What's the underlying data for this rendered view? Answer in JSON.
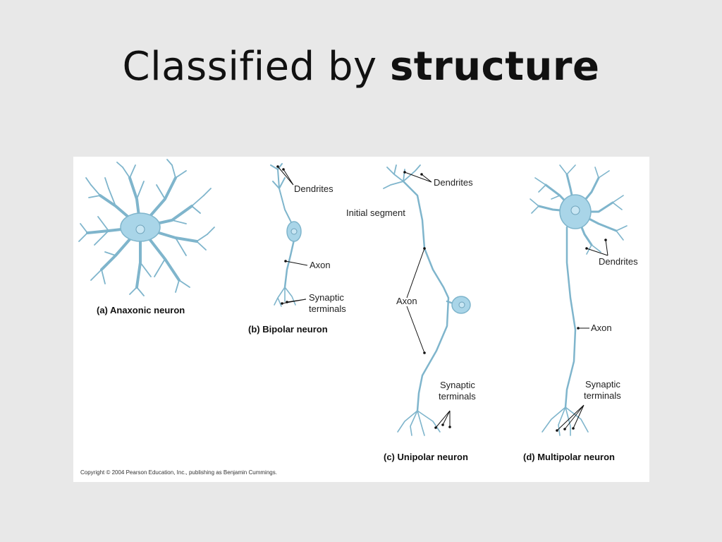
{
  "slide": {
    "title_prefix": "Classified by ",
    "title_emphasis": "structure"
  },
  "figure": {
    "copyright": "Copyright © 2004 Pearson Education, Inc., publishing as Benjamin Cummings.",
    "panels": {
      "anaxonic": {
        "caption": "(a) Anaxonic neuron"
      },
      "bipolar": {
        "caption": "(b) Bipolar neuron",
        "labels": {
          "dendrites": "Dendrites",
          "axon": "Axon",
          "synaptic_1": "Synaptic",
          "synaptic_2": "terminals"
        }
      },
      "unipolar": {
        "caption": "(c) Unipolar neuron",
        "labels": {
          "dendrites": "Dendrites",
          "initial_segment": "Initial segment",
          "axon": "Axon",
          "synaptic_1": "Synaptic",
          "synaptic_2": "terminals"
        }
      },
      "multipolar": {
        "caption": "(d) Multipolar neuron",
        "labels": {
          "dendrites": "Dendrites",
          "axon": "Axon",
          "synaptic_1": "Synaptic",
          "synaptic_2": "terminals"
        }
      }
    },
    "colors": {
      "neuron_stroke": "#7fb5cc",
      "soma_fill": "#a9d5e8",
      "background": "#e8e8e8",
      "panel": "#ffffff"
    }
  }
}
